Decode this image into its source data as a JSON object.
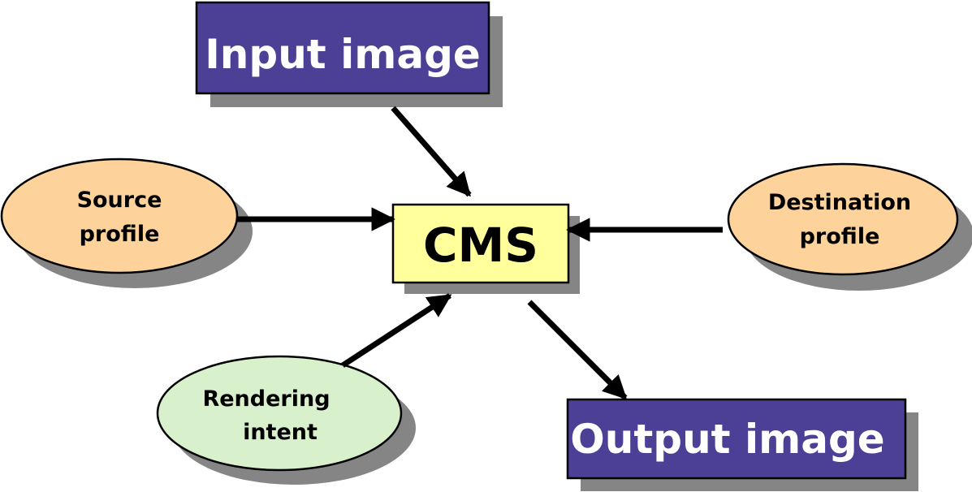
{
  "nodes": {
    "input_image": {
      "label": "Input image"
    },
    "cms": {
      "label": "CMS"
    },
    "output_image": {
      "label": "Output image"
    },
    "source_profile": {
      "line1": "Source",
      "line2": "profile"
    },
    "destination_profile": {
      "line1": "Destination",
      "line2": "profile"
    },
    "rendering_intent": {
      "line1": "Rendering",
      "line2": "intent"
    }
  },
  "colors": {
    "image_box": "#4b3f96",
    "cms_box": "#ffff9c",
    "profile_oval": "#fdd39b",
    "intent_oval": "#d8f0cc",
    "shadow": "#858585"
  }
}
